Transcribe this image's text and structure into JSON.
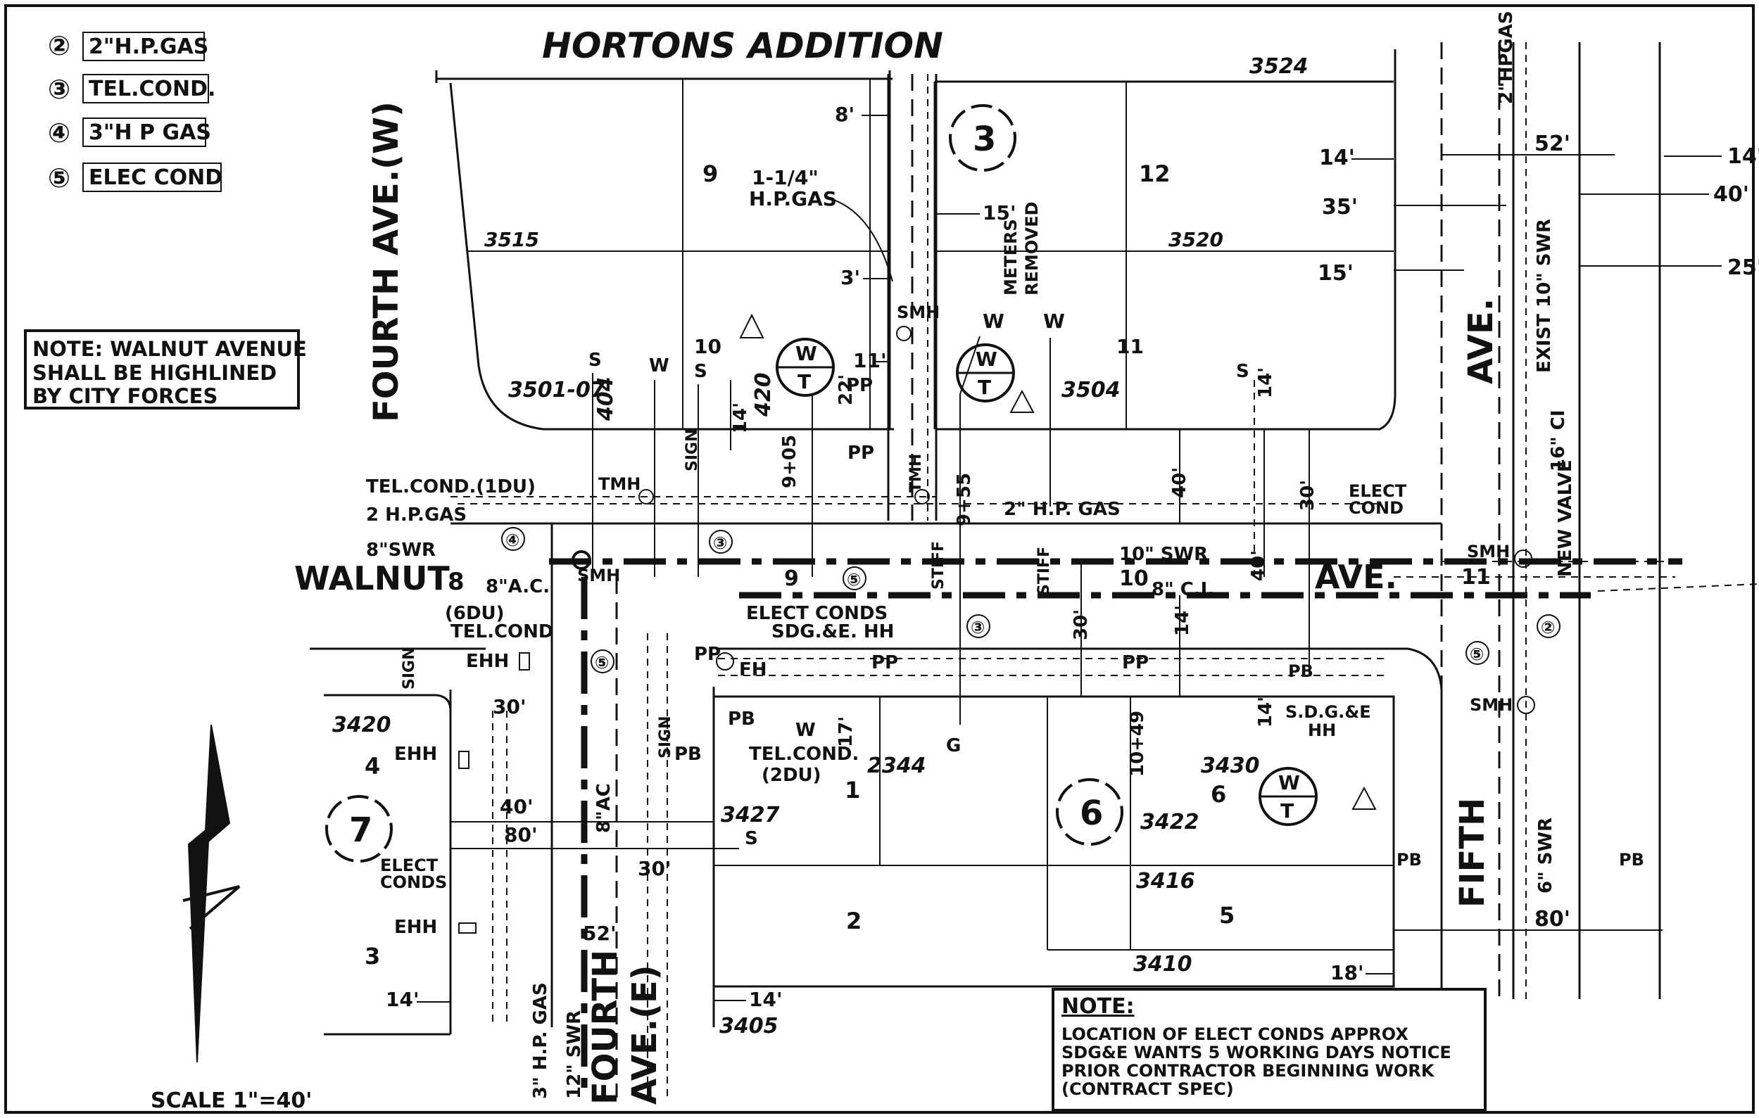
{
  "title": "HORTONS ADDITION",
  "legend": [
    {
      "num": "②",
      "label": "2\"H.P.GAS"
    },
    {
      "num": "③",
      "label": "TEL.COND."
    },
    {
      "num": "④",
      "label": "3\"H P GAS"
    },
    {
      "num": "⑤",
      "label": "ELEC COND"
    }
  ],
  "note_left": {
    "line1": "NOTE: WALNUT AVENUE",
    "line2": "SHALL BE HIGHLINED",
    "line3": "BY CITY FORCES"
  },
  "note_bottom": {
    "heading": "NOTE:",
    "line1": "LOCATION OF ELECT CONDS APPROX",
    "line2": "SDG&E WANTS 5 WORKING DAYS NOTICE",
    "line3": "PRIOR CONTRACTOR BEGINNING WORK",
    "line4": "(CONTRACT SPEC)"
  },
  "scale": "SCALE 1\"=40'",
  "streets": {
    "fourth_w": "FOURTH AVE.(W)",
    "walnut": "WALNUT",
    "walnut_ave": "AVE.",
    "fourth_e1": "FOURTH",
    "fourth_e2": "AVE.(E)",
    "fifth": "FIFTH",
    "fifth_ave": "AVE."
  },
  "parcels": [
    "3524",
    "3515",
    "3520",
    "3501-07",
    "404",
    "420",
    "3504",
    "3420",
    "3427",
    "2344",
    "3430",
    "3422",
    "3416",
    "3410",
    "3405"
  ],
  "lots": [
    "9",
    "12",
    "10",
    "11",
    "4",
    "7",
    "3",
    "1",
    "2",
    "6",
    "5",
    "8",
    "9",
    "10",
    "11"
  ],
  "blocks": [
    "3",
    "7",
    "6"
  ],
  "labels": {
    "hp_gas_114": "1-1/4\"",
    "hp_gas_114b": "H.P.GAS",
    "meters": "METERS",
    "removed": "REMOVED",
    "tel_cond_idu": "TEL.COND.(1DU)",
    "two_hp_gas": "2 H.P.GAS",
    "eight_swr": "8\"SWR",
    "eight_ac": "8\"A.C.",
    "six_du": "(6DU)",
    "tel_cond": "TEL.COND",
    "elect_conds": "ELECT CONDS",
    "sdge_hh": "SDG.&E. HH",
    "two_hp_gas_b": "2\" H.P. GAS",
    "ten_swr": "10\" SWR",
    "eight_ci": "8\" C.I.",
    "elect_cond": "ELECT",
    "elect_cond2": "COND",
    "two_hpgas_v": "2\"HPGAS",
    "exist_swr": "EXIST 10\" SWR",
    "sixteen_ci": "16\" CI",
    "new_valve": "NEW VALVE",
    "smh": "SMH",
    "tmh": "TMH",
    "ehh": "EHH",
    "pb": "PB",
    "pp": "PP",
    "fh": "FH",
    "sign": "SIGN",
    "stiff": "STIFF",
    "tel_cond_2du": "TEL.COND.",
    "two_du": "(2DU)",
    "sdge_hh2": "S.D.G.&E",
    "hh": "HH",
    "elect_conds_l1": "ELECT",
    "elect_conds_l2": "CONDS",
    "eight_ac_v": "8\"AC",
    "twelve_swr": "12\" SWR",
    "three_hp_gas": "3\" H.P. GAS",
    "six_swr": "6\" SWR",
    "sta_905": "9+05",
    "sta_955": "9+55",
    "sta_1049": "10+49",
    "w": "W",
    "t": "T",
    "s": "S",
    "g": "G"
  },
  "dims": [
    "8'",
    "15'",
    "3'",
    "11'",
    "22'",
    "14'",
    "35'",
    "15'",
    "14'",
    "52'",
    "40'",
    "25'",
    "30'",
    "80'",
    "40'",
    "52'",
    "30'",
    "14'",
    "17'",
    "30'",
    "40'",
    "80'",
    "30'",
    "14'",
    "52'",
    "14'",
    "18'",
    "80'",
    "14'"
  ]
}
